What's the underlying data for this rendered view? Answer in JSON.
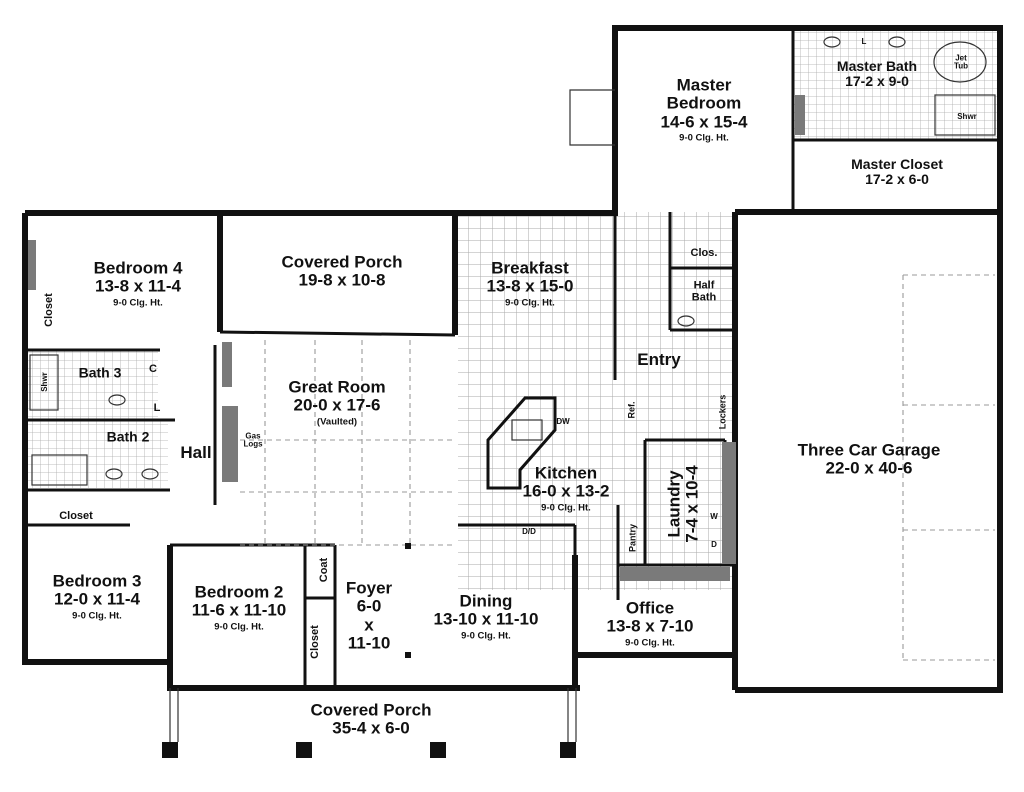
{
  "rooms": {
    "master_bedroom": {
      "name": "Master\nBedroom",
      "dims": "14-6 x 15-4",
      "clg": "9-0 Clg. Ht."
    },
    "master_bath": {
      "name": "Master Bath",
      "dims": "17-2 x 9-0"
    },
    "master_closet": {
      "name": "Master Closet",
      "dims": "17-2 x 6-0"
    },
    "bedroom4": {
      "name": "Bedroom 4",
      "dims": "13-8 x 11-4",
      "clg": "9-0 Clg. Ht."
    },
    "covered_porch_back": {
      "name": "Covered Porch",
      "dims": "19-8 x 10-8"
    },
    "breakfast": {
      "name": "Breakfast",
      "dims": "13-8 x 15-0",
      "clg": "9-0 Clg. Ht."
    },
    "great_room": {
      "name": "Great Room",
      "dims": "20-0 x 17-6",
      "note": "(Vaulted)"
    },
    "entry": {
      "name": "Entry"
    },
    "kitchen": {
      "name": "Kitchen",
      "dims": "16-0 x 13-2",
      "clg": "9-0 Clg. Ht."
    },
    "three_car_garage": {
      "name": "Three Car Garage",
      "dims": "22-0 x 40-6"
    },
    "bath3": {
      "name": "Bath 3"
    },
    "bath2": {
      "name": "Bath 2"
    },
    "hall": {
      "name": "Hall"
    },
    "laundry": {
      "name": "Laundry",
      "dims": "7-4 x 10-4"
    },
    "bedroom3": {
      "name": "Bedroom 3",
      "dims": "12-0 x 11-4",
      "clg": "9-0 Clg. Ht."
    },
    "bedroom2": {
      "name": "Bedroom 2",
      "dims": "11-6 x 11-10",
      "clg": "9-0 Clg. Ht."
    },
    "foyer": {
      "name": "Foyer",
      "dims_line1": "6-0",
      "dims_line2": "x",
      "dims_line3": "11-10"
    },
    "dining": {
      "name": "Dining",
      "dims": "13-10 x 11-10",
      "clg": "9-0 Clg. Ht."
    },
    "office": {
      "name": "Office",
      "dims": "13-8 x 7-10",
      "clg": "9-0 Clg. Ht."
    },
    "covered_porch_front": {
      "name": "Covered Porch",
      "dims": "35-4 x 6-0"
    }
  },
  "fixtures": {
    "closet": "Closet",
    "clos": "Clos.",
    "half_bath": "Half\nBath",
    "coat": "Coat",
    "pantry": "Pantry",
    "lockers": "Lockers",
    "ref": "Ref.",
    "dw": "DW",
    "dd": "D/D",
    "gas_logs": "Gas\nLogs",
    "jet_tub": "Jet\nTub",
    "shwr": "Shwr",
    "c": "C",
    "l": "L",
    "w": "W",
    "d": "D"
  }
}
